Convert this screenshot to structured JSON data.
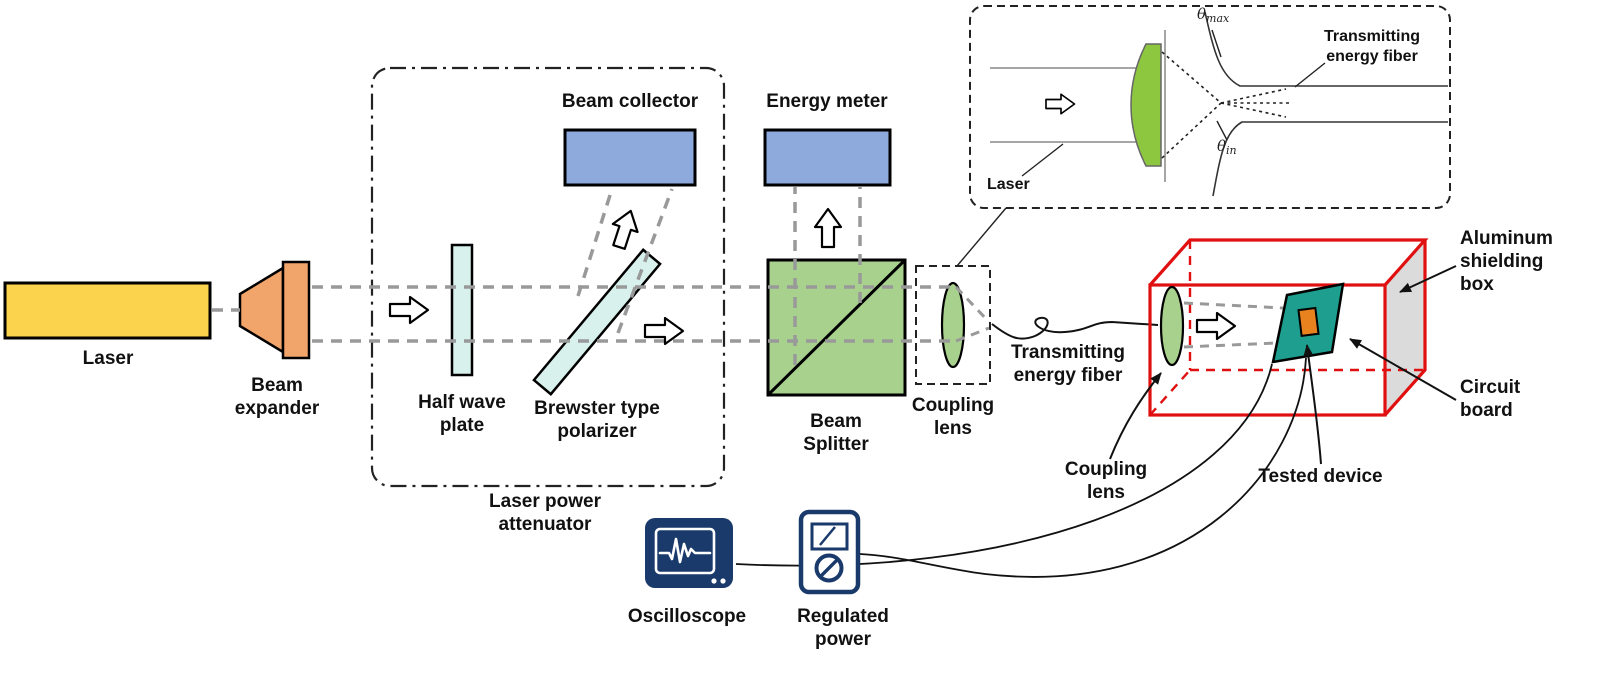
{
  "diagram": {
    "labels": {
      "laser": "Laser",
      "beam_expander": "Beam expander",
      "half_wave_plate": "Half wave plate",
      "brewster_polarizer": "Brewster type polarizer",
      "beam_collector": "Beam collector",
      "energy_meter": "Energy meter",
      "laser_power_attenuator": "Laser power attenuator",
      "beam_splitter": "Beam Splitter",
      "coupling_lens_main": "Coupling lens",
      "transmitting_fiber": "Transmitting energy fiber",
      "oscilloscope": "Oscilloscope",
      "regulated_power": "Regulated power",
      "aluminum_box": "Aluminum shielding box",
      "circuit_board": "Circuit board",
      "coupling_lens_box": "Coupling lens",
      "tested_device": "Tested device"
    },
    "inset": {
      "theta_symbol": "θ",
      "theta_max_sub": "max",
      "theta_in_sub": "in",
      "fiber_label": "Transmitting energy fiber",
      "laser_label": "Laser"
    },
    "colors": {
      "laser_fill": "#FBD34C",
      "expander_fill": "#F2A56B",
      "optic_fill": "#D9F1EC",
      "meter_fill": "#8EA9DB",
      "splitter_fill": "#A9D18E",
      "lens_fill": "#A9D18E",
      "inset_lens_fill": "#8DC63F",
      "shield_box_stroke": "#E01010",
      "board_fill": "#1E9E8E",
      "device_fill": "#E8821E",
      "instrument_color": "#1A3A6B",
      "beam_color": "#999999"
    }
  }
}
